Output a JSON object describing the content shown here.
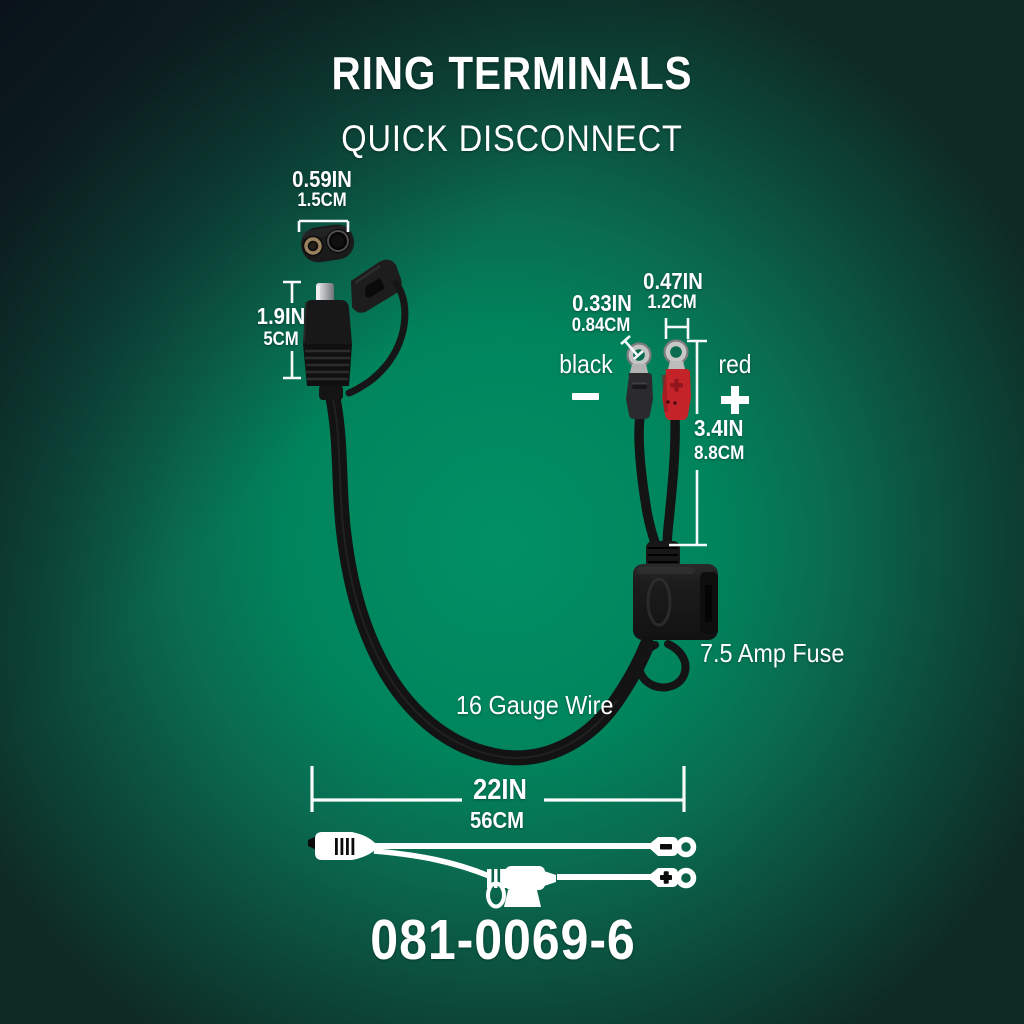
{
  "header": {
    "title": "RING TERMINALS",
    "subtitle": "QUICK DISCONNECT"
  },
  "dimensions": {
    "connector_width": {
      "inches": "0.59IN",
      "metric": "1.5CM"
    },
    "connector_length": {
      "inches": "1.9IN",
      "metric": "5CM"
    },
    "black_ring_diameter": {
      "inches": "0.33IN",
      "metric": "0.84CM"
    },
    "red_ring_diameter": {
      "inches": "0.47IN",
      "metric": "1.2CM"
    },
    "terminal_lead_length": {
      "inches": "3.4IN",
      "metric": "8.8CM"
    },
    "cable_length": {
      "inches": "22IN",
      "metric": "56CM"
    }
  },
  "terminals": {
    "negative_label": "black",
    "positive_label": "red"
  },
  "callouts": {
    "fuse": "7.5 Amp Fuse",
    "wire": "16 Gauge Wire"
  },
  "part_number": "081-0069-6",
  "icons": {
    "negative_polarity": "minus",
    "positive_polarity": "plus"
  },
  "colors": {
    "background_green": "#00845c",
    "background_dark": "#0e1a22",
    "accent_red": "#c4262d",
    "text_white": "#ffffff"
  }
}
